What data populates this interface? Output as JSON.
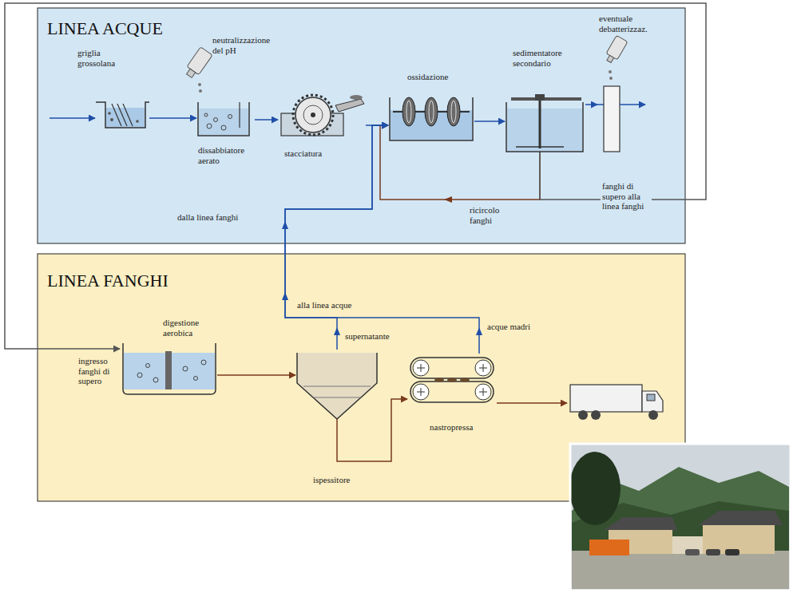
{
  "diagram": {
    "nodes": [
      {
        "text": [
          "LINEA ACQUE"
        ]
      },
      {
        "text": [
          "griglia grossolana"
        ],
        "in": 0
      },
      {
        "text": [
          "dissabbiatore aerato"
        ],
        "in": 0
      },
      {
        "text": [
          "stacciatura"
        ],
        "in": 0
      },
      {
        "text": [
          "ossidazione"
        ],
        "in": 0
      },
      {
        "text": [
          "sedimentatore secondario"
        ],
        "in": 0
      },
      {
        "text": [
          "eventuale debatterizzaz."
        ],
        "in": 0
      },
      {
        "text": [
          "LINEA FANGHI"
        ]
      },
      {
        "text": [
          "digestione aerobica"
        ],
        "in": 7
      },
      {
        "text": [
          "ispessitore"
        ],
        "in": 7
      },
      {
        "text": [
          "nastropressa"
        ],
        "in": 7
      }
    ],
    "edges": [
      {
        "from": 1,
        "to": 2,
        "arrow": "to"
      },
      {
        "from": 2,
        "to": 3,
        "arrow": "to"
      },
      {
        "from": 3,
        "to": 4,
        "arrow": "to"
      },
      {
        "from": 4,
        "to": 5,
        "arrow": "to"
      },
      {
        "from": 5,
        "to": 6,
        "arrow": "to"
      },
      {
        "from": 5,
        "to": 4,
        "label": "ricircolo fanghi",
        "arrow": "to"
      },
      {
        "from": 5,
        "to": 8,
        "label": "fanghi di supero alla linea fanghi",
        "arrow": "to"
      },
      {
        "from": 8,
        "to": 9,
        "arrow": "to"
      },
      {
        "from": 9,
        "to": 10,
        "arrow": "to"
      },
      {
        "from": 9,
        "to": 4,
        "label": "supernatante",
        "arrow": "to"
      },
      {
        "from": 10,
        "to": 4,
        "label": "acque madri",
        "arrow": "to"
      }
    ],
    "labels": [
      "neutralizzazione del pH",
      "dalla linea fanghi",
      "alla linea acque",
      "ingresso fanghi di supero"
    ]
  }
}
